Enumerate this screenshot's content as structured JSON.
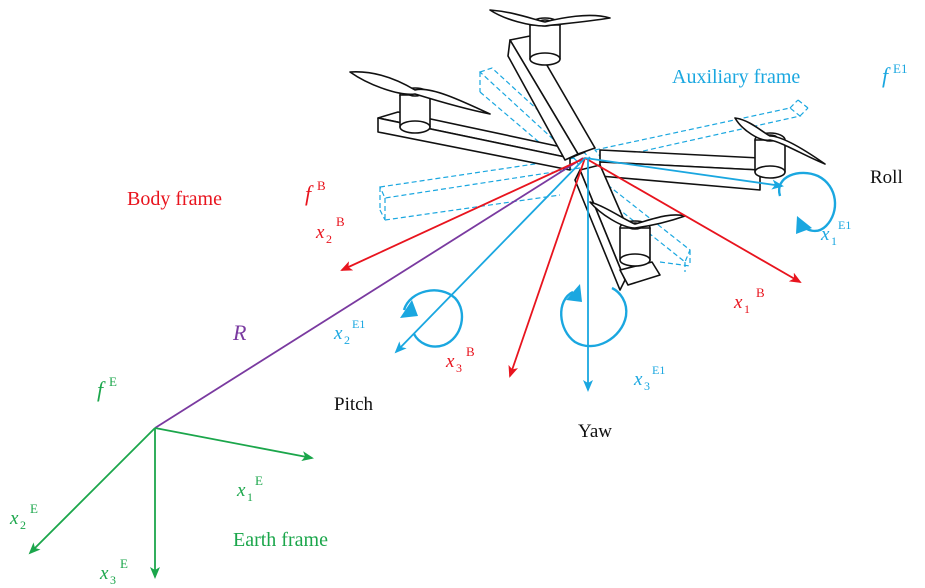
{
  "colors": {
    "red": "#e8141e",
    "blue": "#1aa7e0",
    "green": "#1ba64b",
    "purple": "#7a3aa0",
    "black": "#111111"
  },
  "labels": {
    "auxiliary_frame": "Auxiliary frame",
    "aux_f_main": "f",
    "aux_f_sup": "E1",
    "body_frame": "Body frame",
    "body_f_main": "f",
    "body_f_sup": "B",
    "roll": "Roll",
    "pitch": "Pitch",
    "yaw": "Yaw",
    "earth_frame": "Earth frame",
    "earth_f_main": "f",
    "earth_f_sup": "E",
    "r": "R",
    "x1e1_main": "x",
    "x1e1_sub": "1",
    "x1e1_sup": "E1",
    "x2b_main": "x",
    "x2b_sub": "2",
    "x2b_sup": "B",
    "x1b_main": "x",
    "x1b_sub": "1",
    "x1b_sup": "B",
    "x2e1_main": "x",
    "x2e1_sub": "2",
    "x2e1_sup": "E1",
    "x3b_main": "x",
    "x3b_sub": "3",
    "x3b_sup": "B",
    "x3e1_main": "x",
    "x3e1_sub": "3",
    "x3e1_sup": "E1",
    "x1e_main": "x",
    "x1e_sub": "1",
    "x1e_sup": "E",
    "x2e_main": "x",
    "x2e_sub": "2",
    "x2e_sup": "E",
    "x3e_main": "x",
    "x3e_sub": "3",
    "x3e_sup": "E"
  }
}
